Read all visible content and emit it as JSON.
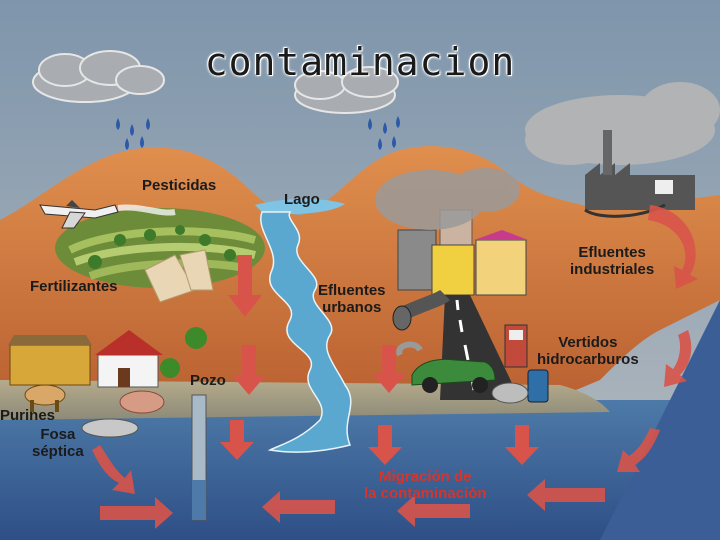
{
  "title": "contaminacion",
  "labels": {
    "pesticidas": "Pesticidas",
    "lago": "Lago",
    "fertilizantes": "Fertilizantes",
    "efluentes_urbanos": [
      "Efluentes",
      "urbanos"
    ],
    "efluentes_industriales": [
      "Efluentes",
      "industriales"
    ],
    "vertidos_hidrocarburos": [
      "Vertidos",
      "hidrocarburos"
    ],
    "pozo": "Pozo",
    "purines": "Purines",
    "fosa_septica": [
      "Fosa",
      "séptica"
    ],
    "migracion": [
      "Migración de",
      "la contaminación"
    ]
  },
  "colors": {
    "background": "#5f7f9a",
    "hills": "#c8703a",
    "water": "#5aa7cf",
    "ground": "#a89f82",
    "arrow": "#d8544a",
    "label_accent": "#d8342a"
  },
  "icons": [
    "cloud-icon",
    "rain-icon",
    "airplane-icon",
    "factory-icon",
    "building-icon",
    "car-icon",
    "fuel-pump-icon",
    "barrel-icon",
    "farmhouse-icon",
    "barn-icon",
    "cow-icon",
    "pig-icon",
    "tree-icon",
    "well-icon",
    "septic-tank-icon",
    "pipe-icon"
  ]
}
